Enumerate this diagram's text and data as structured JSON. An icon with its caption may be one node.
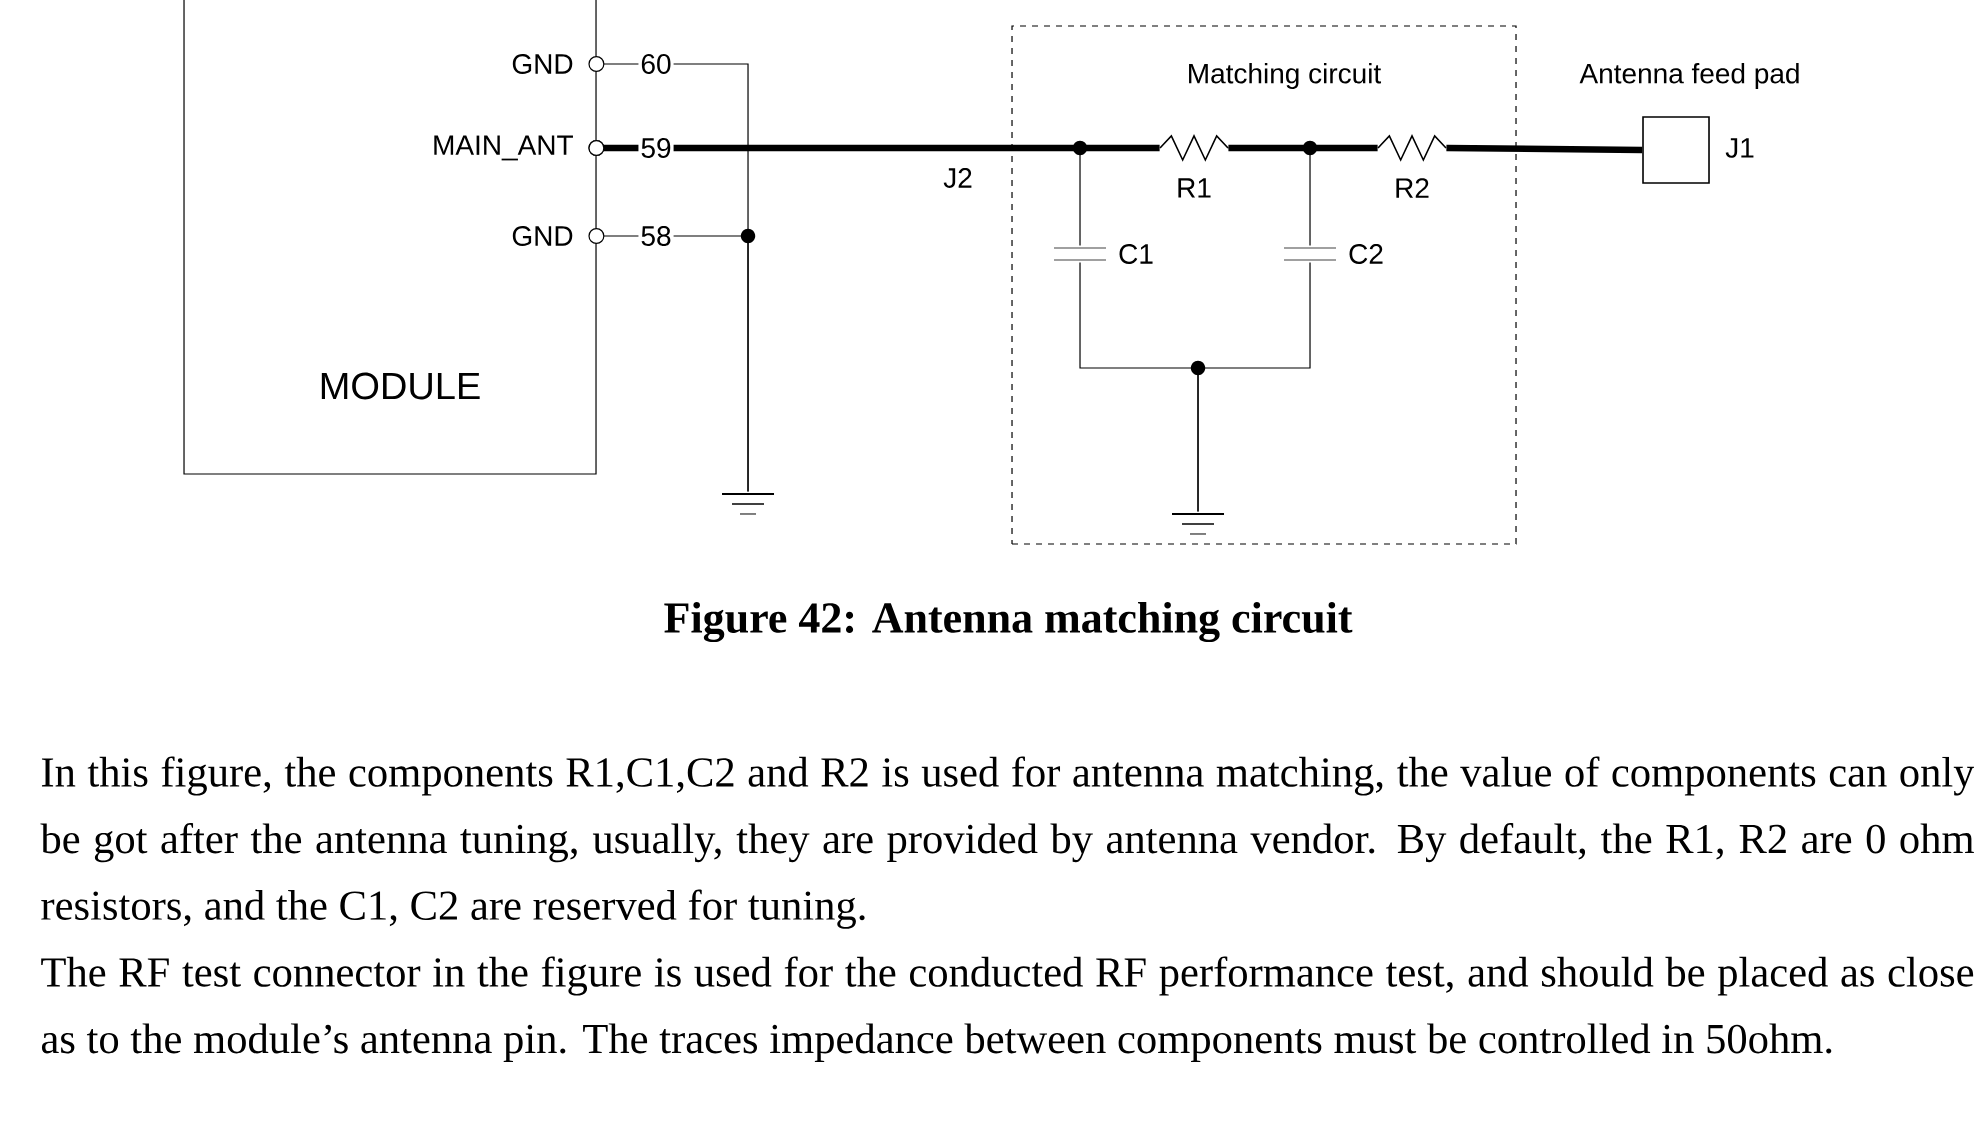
{
  "diagram": {
    "caption": "Figure 42: Antenna matching circuit",
    "nodes": [
      {
        "text": [
          "MODULE"
        ]
      },
      {
        "text": [
          "Matching circuit"
        ]
      },
      {
        "text": [
          "R1"
        ],
        "in": 1
      },
      {
        "text": [
          "R2"
        ],
        "in": 1
      },
      {
        "text": [
          "C1"
        ],
        "in": 1
      },
      {
        "text": [
          "C2"
        ],
        "in": 1
      },
      {
        "text": [
          "J1"
        ],
        "beside": [
          "Antenna feed pad"
        ]
      },
      {
        "text": [],
        "shape": "ground"
      },
      {
        "text": [],
        "shape": "ground",
        "in": 1
      }
    ],
    "edges": [
      {
        "from": 0,
        "to": 2,
        "arrow": "other",
        "label": "J2",
        "style": "thick"
      },
      {
        "from": 2,
        "to": 3,
        "arrow": "none",
        "style": "thick"
      },
      {
        "from": 3,
        "to": 6,
        "arrow": "none",
        "style": "thick"
      },
      {
        "from": 0,
        "to": 7,
        "arrow": "other"
      },
      {
        "from": 0,
        "to": 7,
        "arrow": "other"
      },
      {
        "from": 0,
        "to": 4,
        "arrow": "other"
      },
      {
        "from": 2,
        "to": 5,
        "arrow": "none"
      },
      {
        "from": 4,
        "to": 8,
        "arrow": "none"
      },
      {
        "from": 5,
        "to": 8,
        "arrow": "none"
      }
    ],
    "labels": [
      "GND",
      "60",
      "MAIN_ANT",
      "59",
      "GND",
      "58",
      "In this figure, the components R1,C1,C2 and R2 is used for antenna matching, the value of components can only be got after the antenna tuning, usually, they are provided by antenna vendor. By default, the R1, R2 are 0 ohm resistors, and the C1, C2 are reserved for tuning.",
      "The RF test connector in the figure is used for the conducted RF performance test, and should be placed as close as to the module’s antenna pin. The traces impedance between components must be controlled in 50ohm."
    ]
  }
}
